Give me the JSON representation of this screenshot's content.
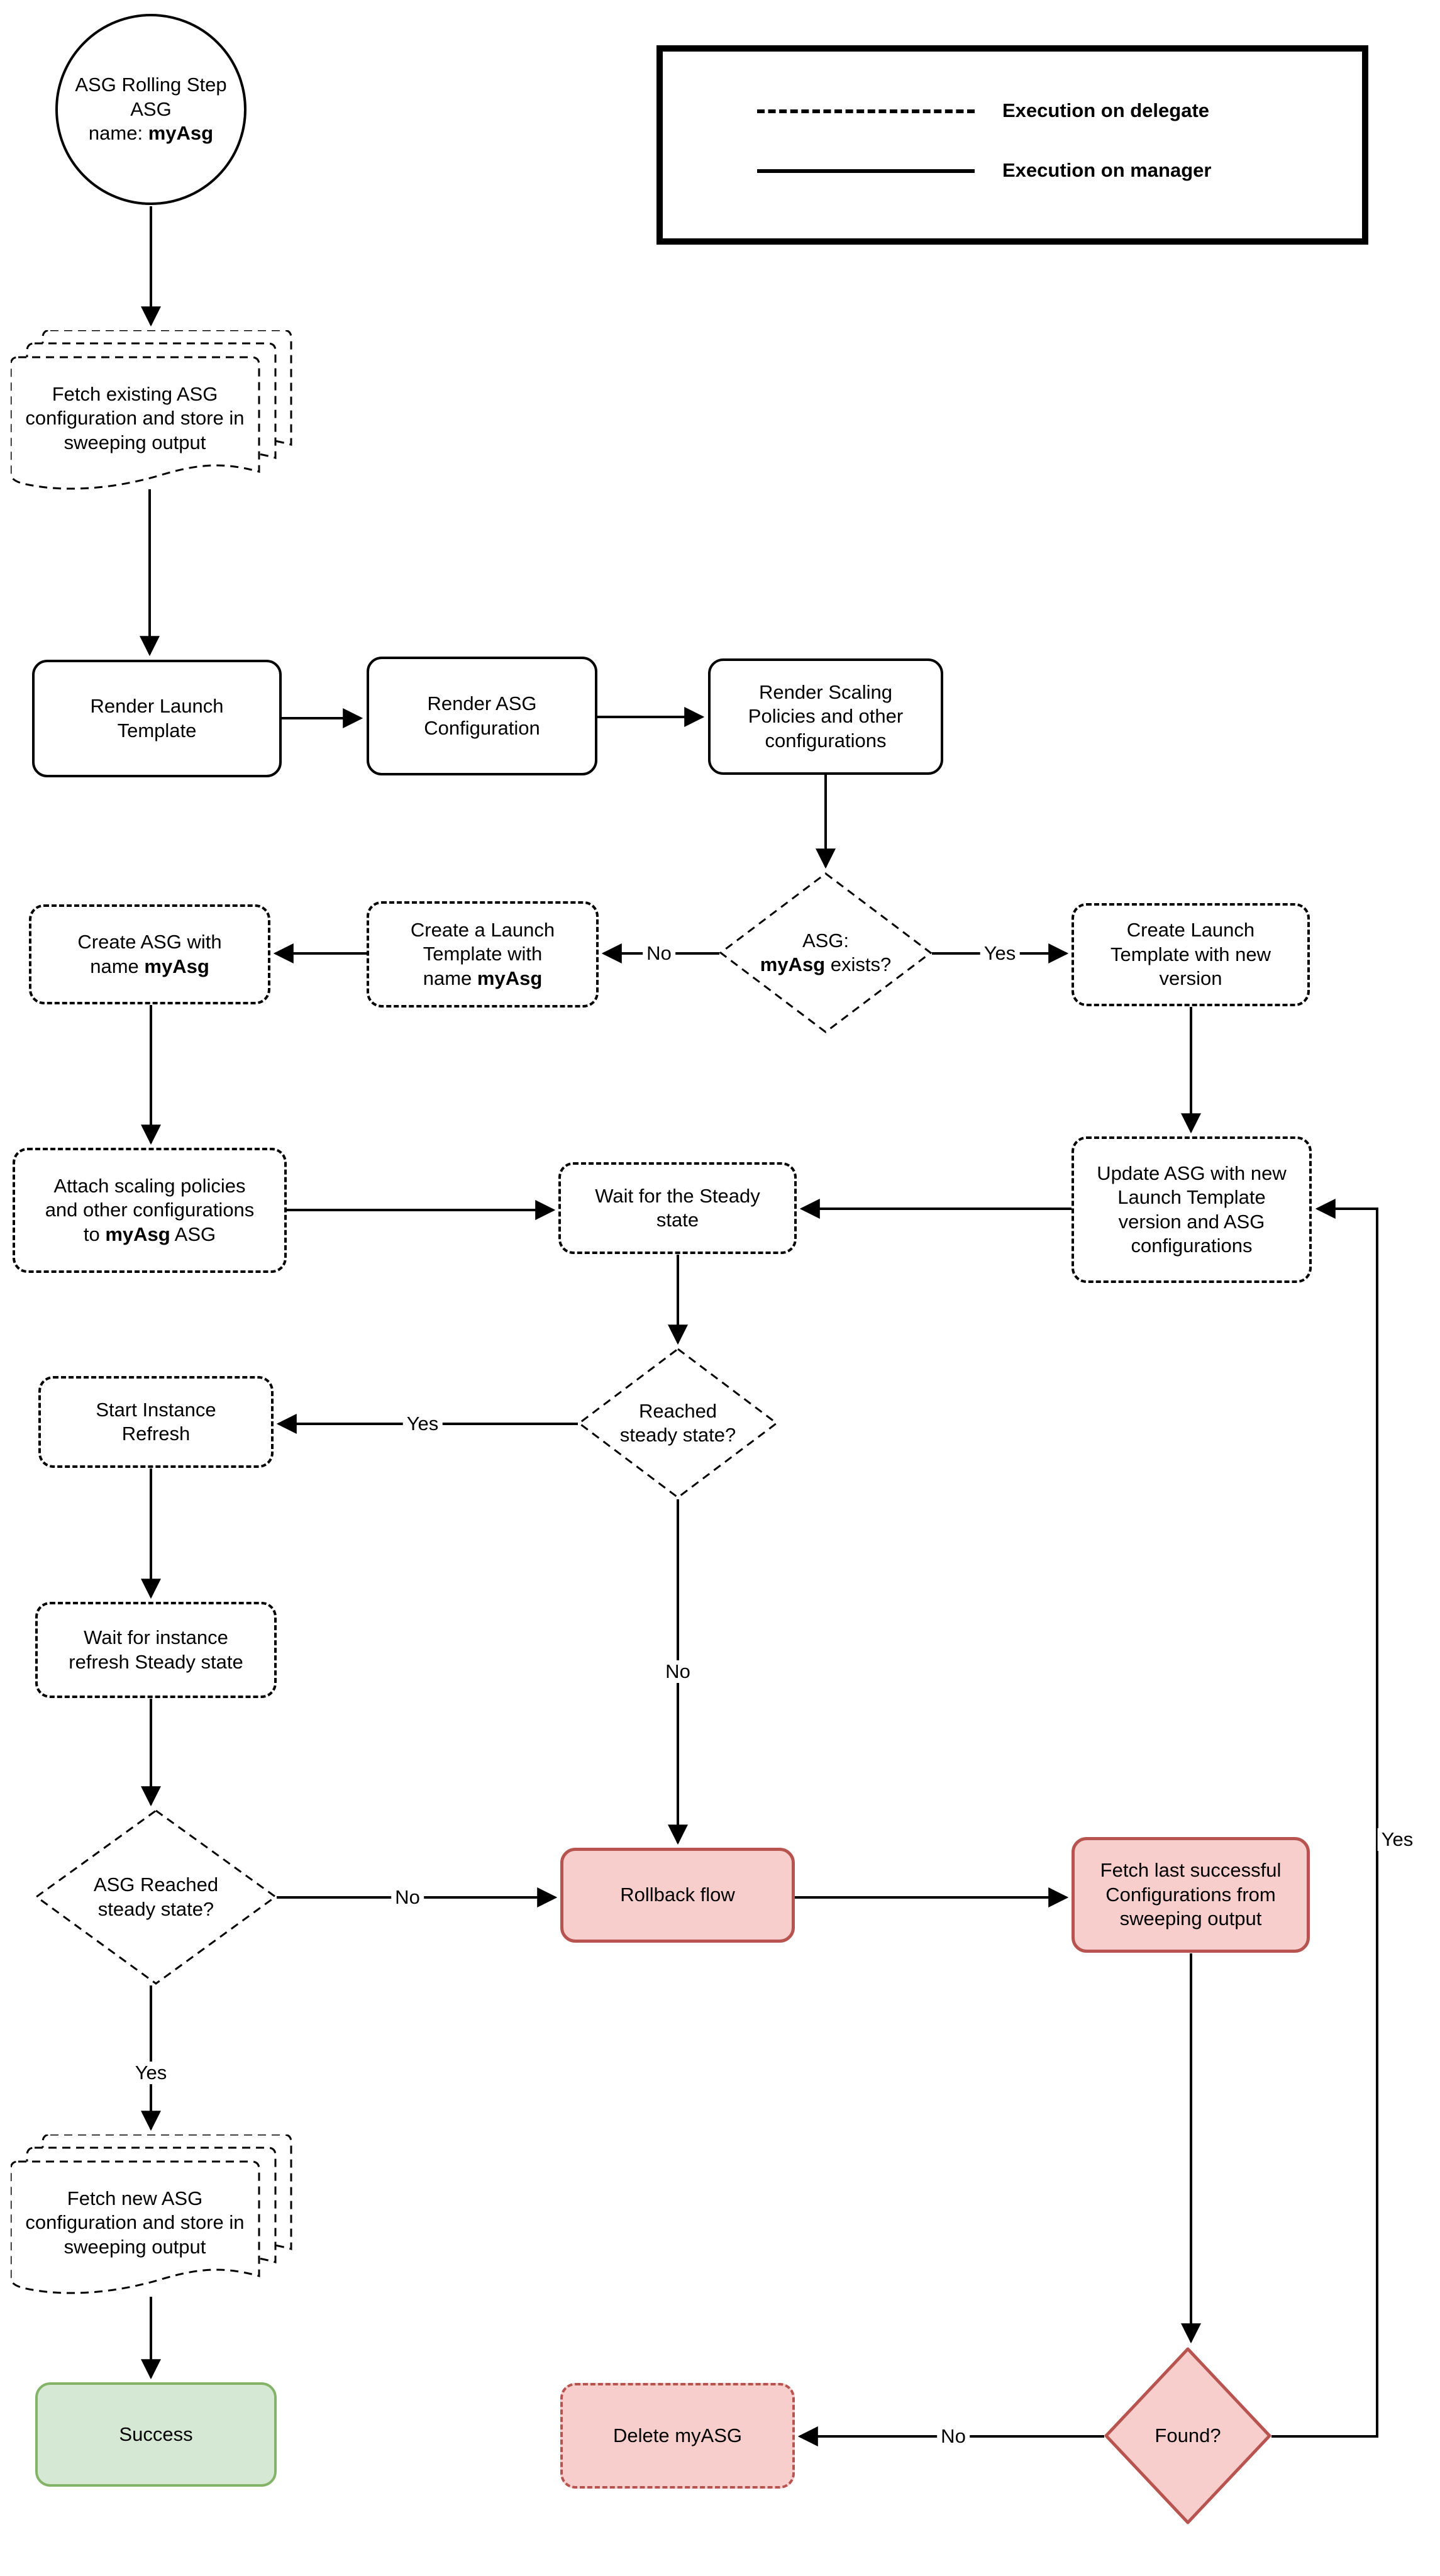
{
  "diagram": {
    "legend": {
      "delegate_label": "Execution on delegate",
      "manager_label": "Execution on manager"
    },
    "nodes": {
      "start": {
        "label": "ASG Rolling Step\nASG\nname: **myAsg**"
      },
      "fetch_existing": {
        "label": "Fetch existing ASG\nconfiguration and store\nin sweeping output"
      },
      "render_launch": {
        "label": "Render Launch\nTemplate"
      },
      "render_asg": {
        "label": "Render ASG\nConfiguration"
      },
      "render_scaling": {
        "label": "Render Scaling\nPolicies and other\nconfigurations"
      },
      "asg_exists": {
        "label": "ASG:\n**myAsg** exists?"
      },
      "create_launch_new": {
        "label": "Create Launch\nTemplate with new\nversion"
      },
      "create_launch_named": {
        "label": "Create a Launch\nTemplate with\nname **myAsg**"
      },
      "create_asg": {
        "label": "Create ASG with\nname **myAsg**"
      },
      "attach_policies": {
        "label": "Attach scaling policies\nand other configurations\nto **myAsg** ASG"
      },
      "wait_steady": {
        "label": "Wait for the Steady\nstate"
      },
      "update_asg": {
        "label": "Update ASG with new\nLaunch Template\nversion and ASG\nconfigurations"
      },
      "reached_steady": {
        "label": "Reached\nsteady state?"
      },
      "start_refresh": {
        "label": "Start Instance\nRefresh"
      },
      "wait_refresh": {
        "label": "Wait for instance\nrefresh Steady state"
      },
      "asg_reached_steady": {
        "label": "ASG Reached\nsteady state?"
      },
      "rollback": {
        "label": "Rollback flow"
      },
      "fetch_last": {
        "label": "Fetch last successful\nConfigurations from\nsweeping output"
      },
      "fetch_new": {
        "label": "Fetch new ASG\nconfiguration and store\nin sweeping output"
      },
      "success": {
        "label": "Success"
      },
      "delete_asg": {
        "label": "Delete myASG"
      },
      "found": {
        "label": "Found?"
      }
    },
    "edge_labels": {
      "asg_exists_no": "No",
      "asg_exists_yes": "Yes",
      "reached_steady_yes": "Yes",
      "reached_steady_no": "No",
      "asg_reached_no": "No",
      "asg_reached_yes": "Yes",
      "found_no": "No",
      "found_yes": "Yes"
    },
    "edges": [
      {
        "from": "start",
        "to": "fetch_existing",
        "label": ""
      },
      {
        "from": "fetch_existing",
        "to": "render_launch",
        "label": ""
      },
      {
        "from": "render_launch",
        "to": "render_asg",
        "label": ""
      },
      {
        "from": "render_asg",
        "to": "render_scaling",
        "label": ""
      },
      {
        "from": "render_scaling",
        "to": "asg_exists",
        "label": ""
      },
      {
        "from": "asg_exists",
        "to": "create_launch_named",
        "label": "No"
      },
      {
        "from": "asg_exists",
        "to": "create_launch_new",
        "label": "Yes"
      },
      {
        "from": "create_launch_named",
        "to": "create_asg",
        "label": ""
      },
      {
        "from": "create_asg",
        "to": "attach_policies",
        "label": ""
      },
      {
        "from": "attach_policies",
        "to": "wait_steady",
        "label": ""
      },
      {
        "from": "create_launch_new",
        "to": "update_asg",
        "label": ""
      },
      {
        "from": "update_asg",
        "to": "wait_steady",
        "label": ""
      },
      {
        "from": "wait_steady",
        "to": "reached_steady",
        "label": ""
      },
      {
        "from": "reached_steady",
        "to": "start_refresh",
        "label": "Yes"
      },
      {
        "from": "reached_steady",
        "to": "rollback",
        "label": "No"
      },
      {
        "from": "start_refresh",
        "to": "wait_refresh",
        "label": ""
      },
      {
        "from": "wait_refresh",
        "to": "asg_reached_steady",
        "label": ""
      },
      {
        "from": "asg_reached_steady",
        "to": "rollback",
        "label": "No"
      },
      {
        "from": "asg_reached_steady",
        "to": "fetch_new",
        "label": "Yes"
      },
      {
        "from": "rollback",
        "to": "fetch_last",
        "label": ""
      },
      {
        "from": "fetch_last",
        "to": "found",
        "label": ""
      },
      {
        "from": "found",
        "to": "delete_asg",
        "label": "No"
      },
      {
        "from": "found",
        "to": "update_asg",
        "label": "Yes"
      },
      {
        "from": "fetch_new",
        "to": "success",
        "label": ""
      }
    ]
  },
  "colors": {
    "line": "#000000",
    "pink_fill": "#F8CECC",
    "pink_border": "#B85450",
    "green_fill": "#D5E8D4",
    "green_border": "#82B366"
  }
}
